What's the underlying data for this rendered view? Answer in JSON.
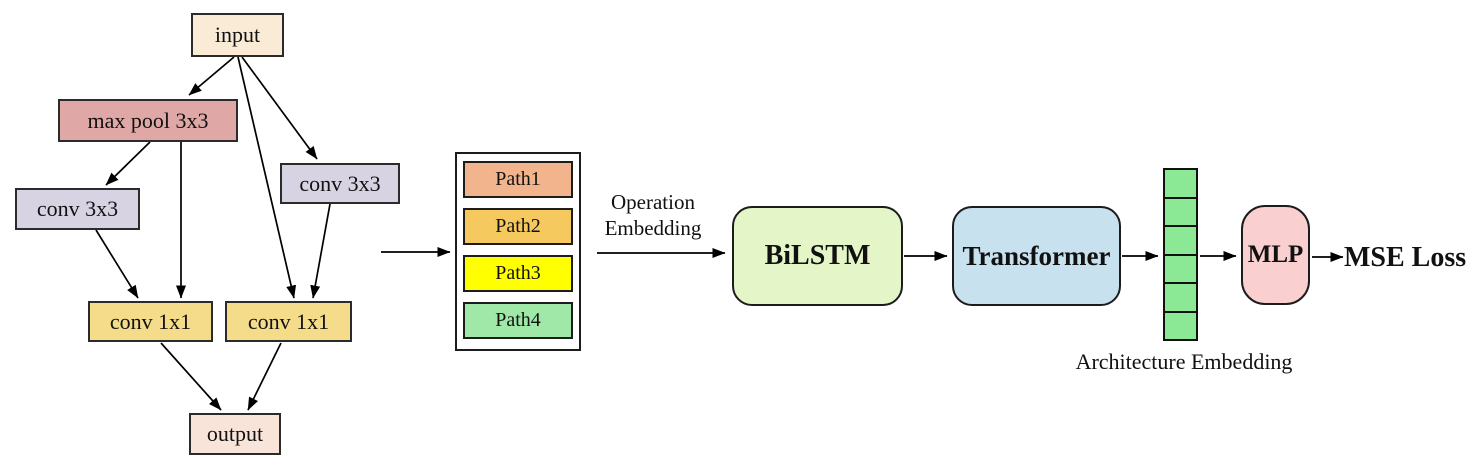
{
  "dag": {
    "nodes": [
      {
        "id": "input",
        "label": "input",
        "color": "#faebd7"
      },
      {
        "id": "max_pool_3x3",
        "label": "max pool 3x3",
        "color": "#dfa8a6"
      },
      {
        "id": "conv_3x3_left",
        "label": "conv 3x3",
        "color": "#d8d3e3"
      },
      {
        "id": "conv_3x3_right",
        "label": "conv 3x3",
        "color": "#d8d3e3"
      },
      {
        "id": "conv_1x1_left",
        "label": "conv 1x1",
        "color": "#f5dc8a"
      },
      {
        "id": "conv_1x1_right",
        "label": "conv 1x1",
        "color": "#f5dc8a"
      },
      {
        "id": "output",
        "label": "output",
        "color": "#f9e4da"
      }
    ],
    "edges": [
      [
        "input",
        "max_pool_3x3"
      ],
      [
        "input",
        "conv_3x3_right"
      ],
      [
        "input",
        "conv_1x1_right"
      ],
      [
        "max_pool_3x3",
        "conv_3x3_left"
      ],
      [
        "max_pool_3x3",
        "conv_1x1_left"
      ],
      [
        "conv_3x3_left",
        "conv_1x1_left"
      ],
      [
        "conv_3x3_right",
        "conv_1x1_right"
      ],
      [
        "conv_1x1_left",
        "output"
      ],
      [
        "conv_1x1_right",
        "output"
      ]
    ]
  },
  "paths_panel": {
    "items": [
      {
        "label": "Path1",
        "color": "#f2b48c"
      },
      {
        "label": "Path2",
        "color": "#f6c95f"
      },
      {
        "label": "Path3",
        "color": "#ffff00"
      },
      {
        "label": "Path4",
        "color": "#a0e8a8"
      }
    ]
  },
  "pipeline": {
    "operation_embedding_label": "Operation Embedding",
    "bilstm": {
      "label": "BiLSTM",
      "color": "#e4f6c7"
    },
    "transformer": {
      "label": "Transformer",
      "color": "#c7e2ee"
    },
    "architecture_embedding": {
      "label": "Architecture Embedding",
      "cell_count": 6,
      "cell_color": "#8be894"
    },
    "mlp": {
      "label": "MLP",
      "color": "#f9cfcf"
    },
    "mse_loss_label": "MSE Loss"
  }
}
